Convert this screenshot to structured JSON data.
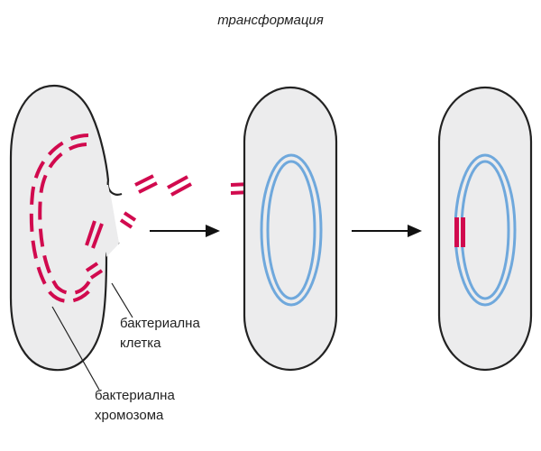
{
  "title": "трансформация",
  "labels": {
    "cell_line1": "бактериална",
    "cell_line2": "клетка",
    "chromosome_line1": "бактериална",
    "chromosome_line2": "хромозома"
  },
  "colors": {
    "cell_fill": "#ececed",
    "cell_stroke": "#222222",
    "dna": "#d10a4e",
    "chromosome": "#6fa8dc",
    "arrow": "#111111"
  }
}
